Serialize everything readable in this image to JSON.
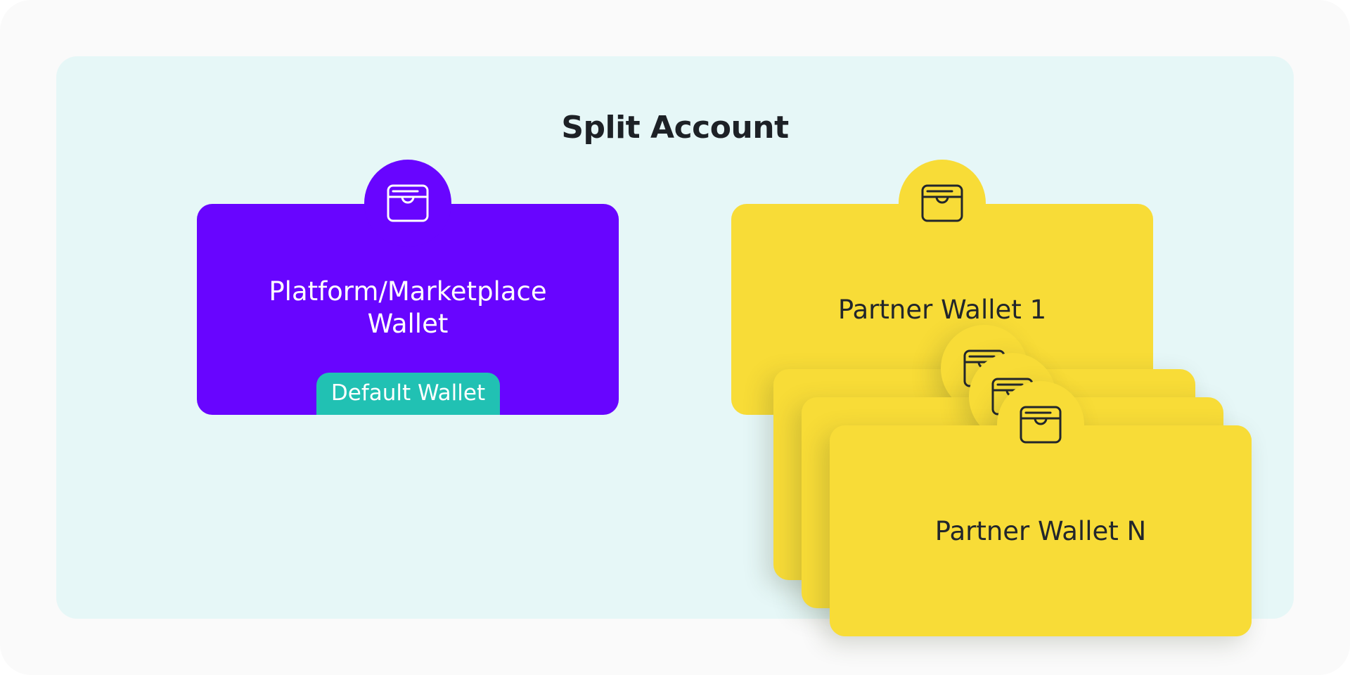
{
  "diagram": {
    "title": "Split Account",
    "platform_wallet": {
      "label_line1": "Platform/Marketplace",
      "label_line2": "Wallet",
      "badge": "Default Wallet",
      "color": "#6805ff",
      "icon": "wallet-icon"
    },
    "partner_wallet_1": {
      "label": "Partner Wallet 1",
      "color": "#f8dc37",
      "icon": "wallet-icon"
    },
    "partner_wallet_n": {
      "label": "Partner Wallet N",
      "color": "#f8dc37",
      "icon": "wallet-icon"
    },
    "badge_color": "#21c1b3",
    "background_color": "#e6f7f7"
  }
}
